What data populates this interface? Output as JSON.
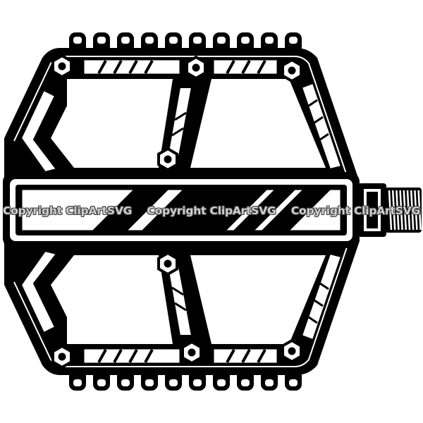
{
  "illustration": {
    "subject": "bicycle-pedal-clipart",
    "colors": {
      "ink": "#000000",
      "paper": "#ffffff"
    }
  },
  "watermark": {
    "items": [
      "Copyright ClipArtSVG",
      "Copyright ClipArtSVG",
      "Copyright ClipArtSVG"
    ]
  }
}
